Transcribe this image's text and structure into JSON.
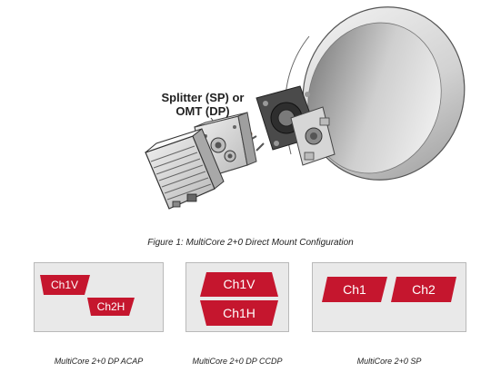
{
  "figure": {
    "label_line1": "Splitter (SP) or",
    "label_line2": "OMT (DP)",
    "caption": "Figure 1: MultiCore 2+0 Direct Mount Configuration"
  },
  "configs": [
    {
      "channels": [
        "Ch1V",
        "Ch2H"
      ],
      "caption": "MultiCore 2+0 DP ACAP"
    },
    {
      "channels": [
        "Ch1V",
        "Ch1H"
      ],
      "caption": "MultiCore 2+0 DP CCDP"
    },
    {
      "channels": [
        "Ch1",
        "Ch2"
      ],
      "caption": "MultiCore 2+0 SP"
    }
  ],
  "colors": {
    "channel_fill": "#c5162e",
    "panel_bg": "#e9e9e9",
    "panel_border": "#b9b9b9"
  }
}
